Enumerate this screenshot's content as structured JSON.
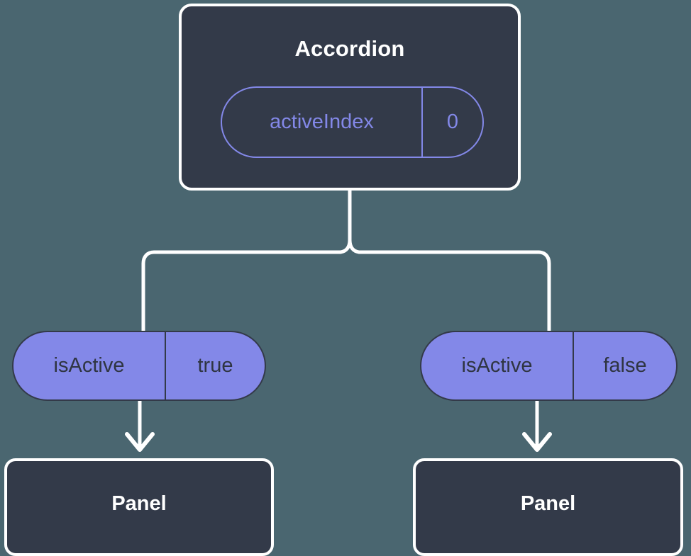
{
  "diagram": {
    "type": "component-tree",
    "background_color": "#4a6670",
    "card_fill": "#333a49",
    "card_border": "#ffffff",
    "accent_purple": "#8388e8",
    "connector_color": "#ffffff"
  },
  "root": {
    "title": "Accordion",
    "state": {
      "key": "activeIndex",
      "value": "0"
    }
  },
  "branches": [
    {
      "prop": {
        "key": "isActive",
        "value": "true"
      },
      "child": {
        "title": "Panel"
      }
    },
    {
      "prop": {
        "key": "isActive",
        "value": "false"
      },
      "child": {
        "title": "Panel"
      }
    }
  ]
}
